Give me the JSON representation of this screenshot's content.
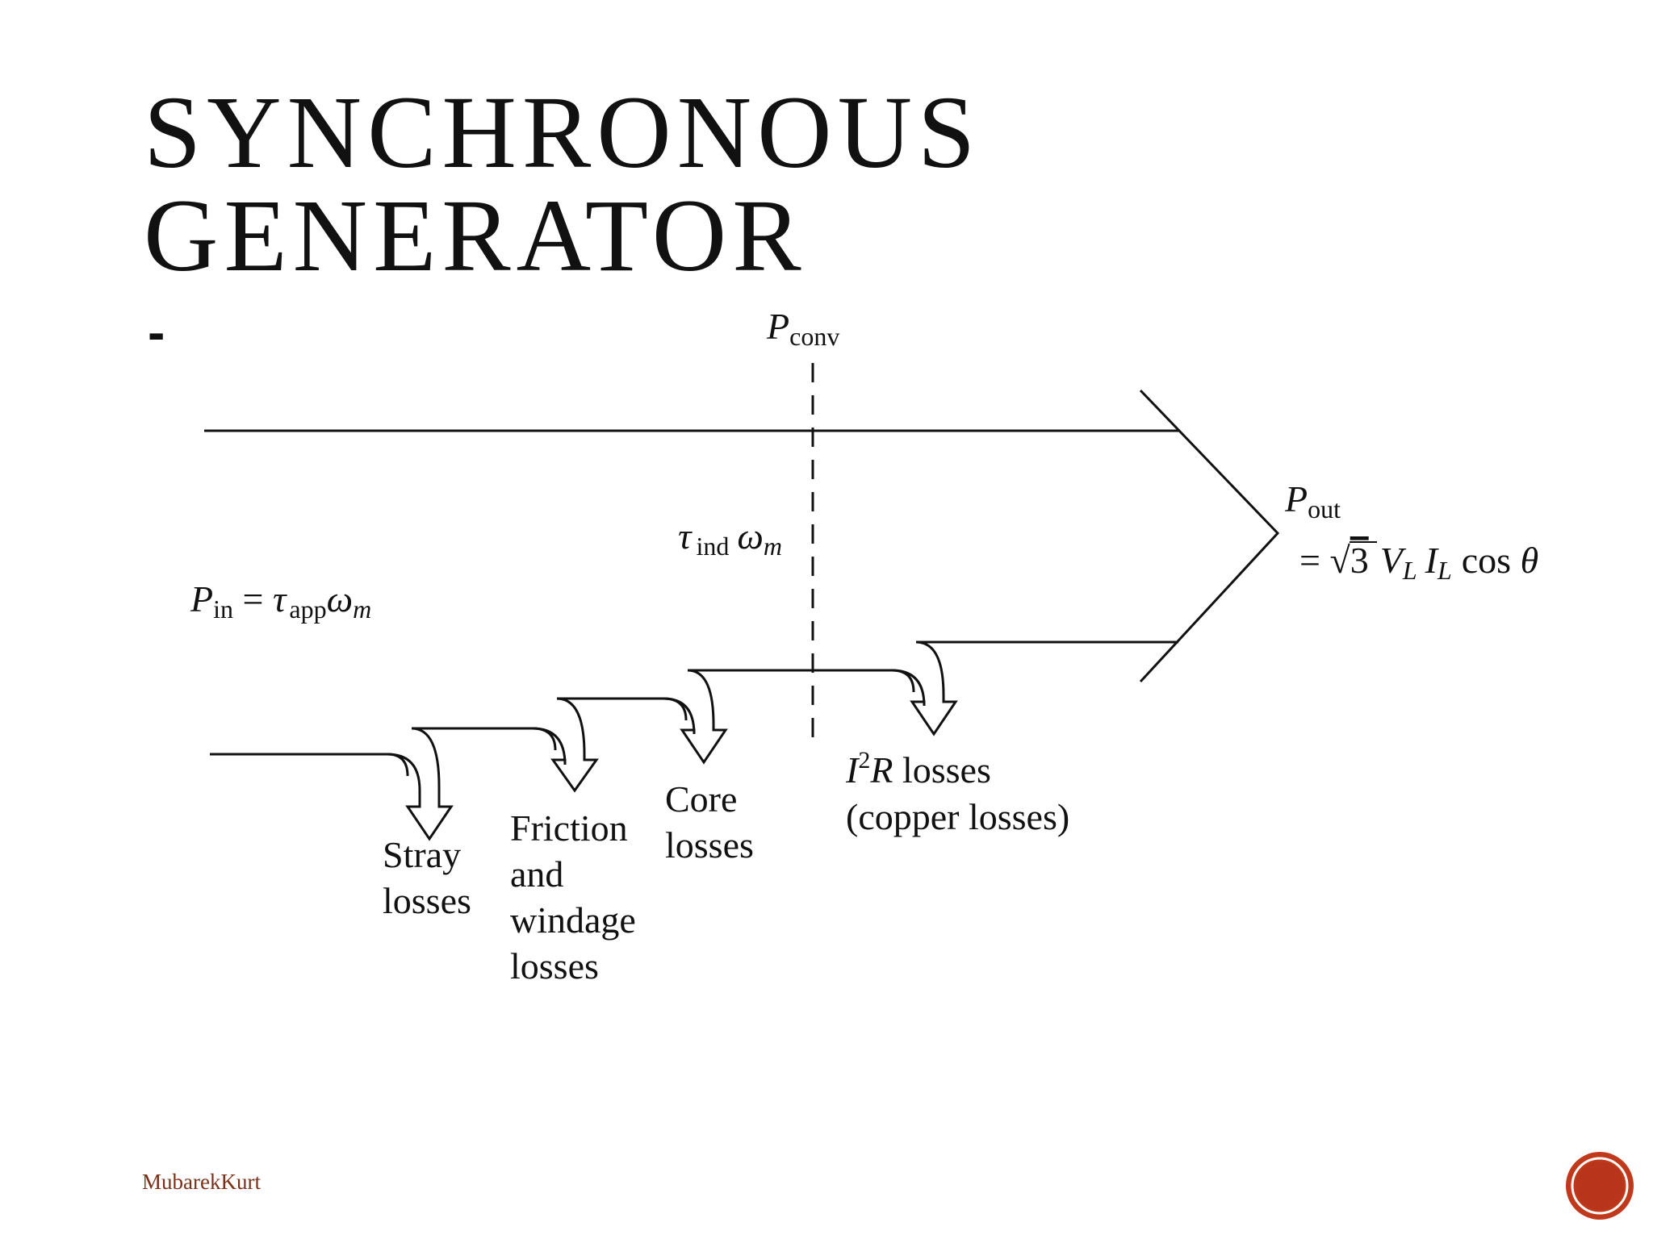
{
  "slide": {
    "title_line1": "SYNCHRONOUS",
    "title_line2": "GENERATOR",
    "bullet": "-",
    "author": "MubarekKurt",
    "accent_color": "#c0391b",
    "author_color": "#7a2f16"
  },
  "diagram": {
    "p_conv": {
      "sym": "P",
      "sub": "conv"
    },
    "torque_ind": {
      "tau": "τ",
      "sub": "ind",
      "omega": "ω",
      "omega_sub": "m"
    },
    "p_in": {
      "sym": "P",
      "sub": "in",
      "eq": " = ",
      "tau": "τ",
      "tau_sub": "app",
      "omega": "ω",
      "omega_sub": "m"
    },
    "p_out": {
      "sym": "P",
      "sub": "out",
      "eq": "= ",
      "root": "√",
      "three": "3",
      "v": "V",
      "v_sub": "L",
      "i": "I",
      "i_sub": "L",
      "cos": "cos ",
      "theta": "θ"
    },
    "stray": {
      "line1": "Stray",
      "line2": "losses"
    },
    "friction": {
      "line1": "Friction",
      "line2": "and",
      "line3": "windage",
      "line4": "losses"
    },
    "core": {
      "line1": "Core",
      "line2": "losses"
    },
    "copper": {
      "i": "I",
      "sup": "2",
      "r": "R",
      "rest": " losses",
      "line2": "(copper losses)"
    }
  }
}
